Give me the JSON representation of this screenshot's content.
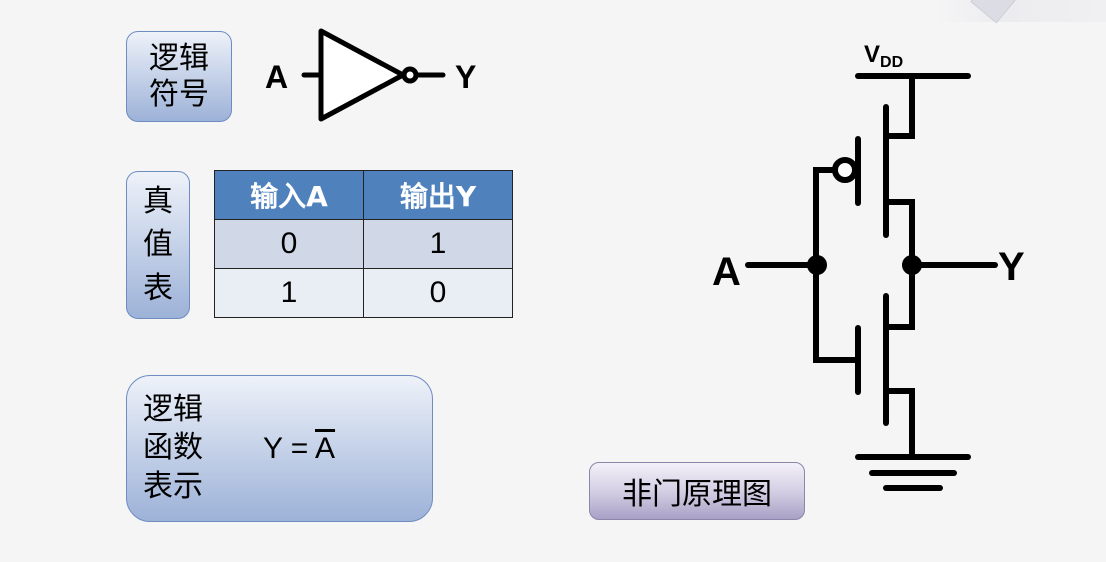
{
  "logic_symbol": {
    "label_lines": [
      "逻辑",
      "符号"
    ],
    "input_label": "A",
    "output_label": "Y"
  },
  "truth_table": {
    "label_lines": [
      "真",
      "值",
      "表"
    ],
    "headers": [
      "输入A",
      "输出Y"
    ],
    "rows": [
      [
        "0",
        "1"
      ],
      [
        "1",
        "0"
      ]
    ]
  },
  "logic_function": {
    "label_lines": [
      "逻辑",
      "函数",
      "表示"
    ],
    "formula_lhs": "Y = ",
    "formula_rhs": "A",
    "formula_rhs_negated": true
  },
  "schematic": {
    "vdd_label": "V",
    "vdd_subscript": "DD",
    "input_label": "A",
    "output_label": "Y",
    "caption_button": "非门原理图"
  },
  "colors": {
    "table_header": "#4f81bd",
    "label_box_border": "#6e8cc0",
    "caption_button_tint": "#a9a1c6"
  }
}
